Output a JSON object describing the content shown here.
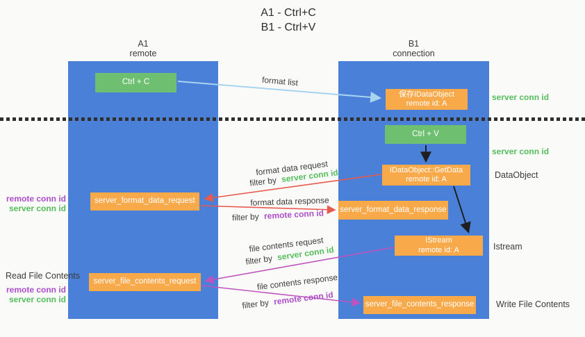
{
  "title": {
    "line1": "A1 - Ctrl+C",
    "line2": "B1 - Ctrl+V"
  },
  "columns": {
    "left": {
      "name": "A1",
      "role": "remote"
    },
    "right": {
      "name": "B1",
      "role": "connection"
    }
  },
  "boxes": {
    "ctrl_c": "Ctrl + C",
    "ctrl_v": "Ctrl + V",
    "save_dataobject": {
      "line1": "保存IDataObject",
      "line2": "remote id: A"
    },
    "getdata": {
      "line1": "IDataObject::GetData",
      "line2": "remote id: A"
    },
    "istream": {
      "line1": "IStream",
      "line2": "remote id: A"
    },
    "format_request": "server_format_data_request",
    "format_response": "server_format_data_response",
    "file_request": "server_file_contents_request",
    "file_response": "server_file_contents_response"
  },
  "arrow_labels": {
    "format_list": "format list",
    "format_data_request": "format data request",
    "format_data_response": "format data response",
    "file_contents_request": "file contents request",
    "file_contents_response": "file contents response",
    "filter_by": "filter by",
    "server_conn_id": "server conn id",
    "remote_conn_id": "remote conn id"
  },
  "side_labels": {
    "server_conn_id_1": "server conn id",
    "server_conn_id_2": "server conn id",
    "dataobject": "DataObject",
    "istream": "Istream",
    "read_file_contents": "Read File Contents",
    "write_file_contents": "Write File Contents",
    "left_mid_remote": "remote conn id",
    "left_mid_server": "server conn id",
    "left_bottom_remote": "remote conn id",
    "left_bottom_server": "server conn id"
  },
  "colors": {
    "column_blue": "#4a80d8",
    "box_green": "#6fbf70",
    "box_orange": "#f8a94a",
    "arrow_lightblue": "#a8d4ef",
    "arrow_red": "#e8594e",
    "arrow_magenta": "#bf53bd",
    "arrow_black": "#1f1f1f",
    "text_green": "#56bd5c",
    "text_purple": "#ad4ec9",
    "background": "#fafaf9"
  }
}
